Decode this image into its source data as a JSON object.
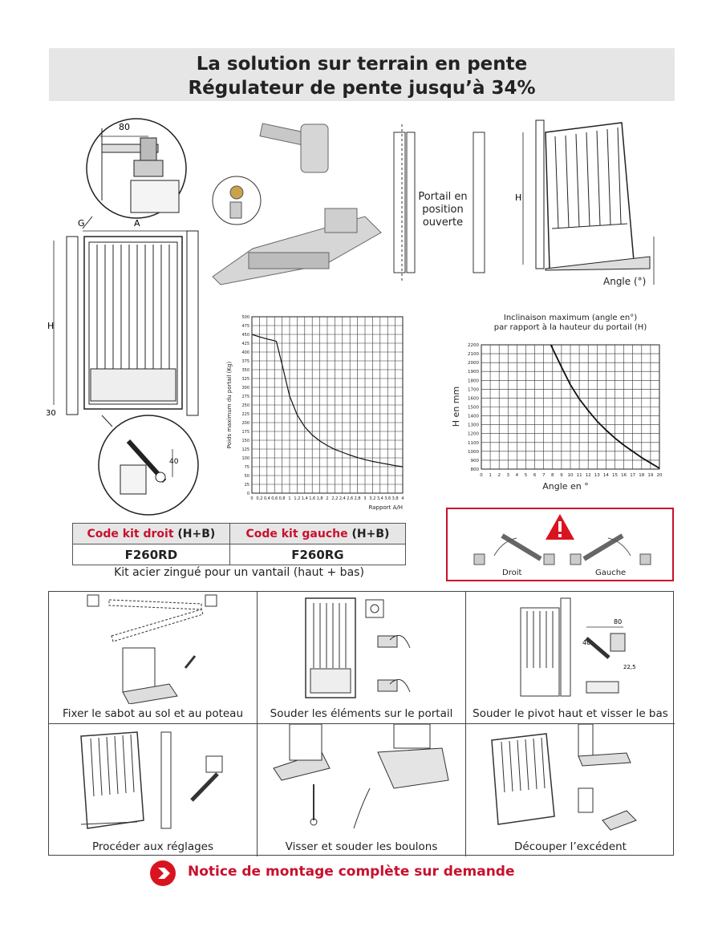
{
  "title": {
    "line1": "La solution sur terrain en pente",
    "line2": "Régulateur de pente jusqu’à 34%"
  },
  "diagram_labels": {
    "dim_80": "80",
    "dim_g": "G",
    "dim_a": "A",
    "dim_h": "H",
    "dim_30": "30",
    "dim_40": "40",
    "open_position": [
      "Portail en",
      "position",
      "ouverte"
    ],
    "angle_label": "Angle (°)",
    "right_h": "H"
  },
  "chart_data": [
    {
      "type": "line",
      "title": "",
      "xlabel": "Rapport A/H",
      "ylabel": "Poids maximum du portail (Kg)",
      "xlim": [
        0,
        4
      ],
      "ylim": [
        0,
        500
      ],
      "xticks": [
        "0",
        "0,2",
        "0,4",
        "0,6",
        "0,8",
        "1",
        "1,2",
        "1,4",
        "1,6",
        "1,8",
        "2",
        "2,2",
        "2,4",
        "2,6",
        "2,8",
        "3",
        "3,2",
        "3,4",
        "3,6",
        "3,8",
        "4"
      ],
      "yticks": [
        0,
        25,
        50,
        75,
        100,
        125,
        150,
        175,
        200,
        225,
        250,
        275,
        300,
        325,
        350,
        375,
        400,
        425,
        450,
        475,
        500
      ],
      "grid": true,
      "x": [
        0,
        0.2,
        0.4,
        0.6,
        0.65,
        0.8,
        1.0,
        1.2,
        1.4,
        1.6,
        1.8,
        2.0,
        2.2,
        2.4,
        2.6,
        2.8,
        3.0,
        3.2,
        3.4,
        3.6,
        3.8,
        4.0
      ],
      "y": [
        450,
        443,
        437,
        432,
        430,
        365,
        275,
        222,
        188,
        165,
        148,
        135,
        124,
        116,
        108,
        101,
        95,
        90,
        86,
        82,
        78,
        75
      ]
    },
    {
      "type": "line",
      "title": "Inclinaison maximum (angle en°)\npar rapport à la hauteur du portail (H)",
      "xlabel": "Angle en °",
      "ylabel": "H en mm",
      "xlim": [
        0,
        20
      ],
      "ylim": [
        800,
        2200
      ],
      "xticks": [
        0,
        1,
        2,
        3,
        4,
        5,
        6,
        7,
        8,
        9,
        10,
        11,
        12,
        13,
        14,
        15,
        16,
        17,
        18,
        19,
        20
      ],
      "yticks": [
        800,
        900,
        1000,
        1100,
        1200,
        1300,
        1400,
        1500,
        1600,
        1700,
        1800,
        1900,
        2000,
        2100,
        2200
      ],
      "grid": true,
      "x": [
        7.8,
        9,
        10,
        11,
        12,
        13,
        14,
        15,
        16,
        17,
        18,
        19,
        20
      ],
      "y": [
        2200,
        1950,
        1750,
        1590,
        1460,
        1340,
        1240,
        1150,
        1070,
        1000,
        930,
        870,
        810
      ]
    }
  ],
  "kit_table": {
    "header_right": {
      "red": "Code kit droit",
      "black": " (H+B)"
    },
    "header_left": {
      "red": "Code kit gauche",
      "black": " (H+B)"
    },
    "code_right": "F260RD",
    "code_left": "F260RG",
    "note": "Kit acier zingué pour un vantail (haut + bas)"
  },
  "warning": {
    "label_right": "Droit",
    "label_left": "Gauche"
  },
  "steps": [
    "Fixer le sabot au sol et au poteau",
    "Souder les éléments sur le portail",
    "Souder le pivot haut et visser le bas",
    "Procéder aux réglages",
    "Visser et souder les boulons",
    "Découper l’excédent"
  ],
  "step_dims": {
    "d80": "80",
    "d40": "40",
    "d22": "22,5"
  },
  "footer": {
    "text": "Notice de montage complète sur demande",
    "accent": "#c8102e"
  }
}
